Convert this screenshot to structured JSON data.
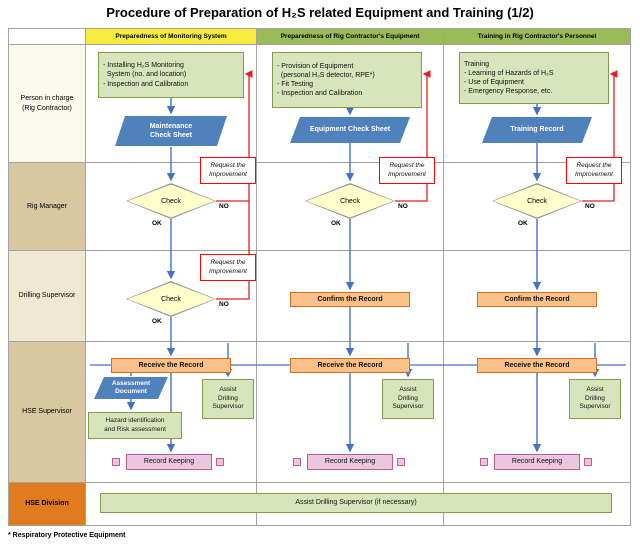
{
  "title": "Procedure of Preparation of H₂S related Equipment and Training (1/2)",
  "footnote": "* Respiratory Protective Equipment",
  "rows": {
    "person": "Person in charge\n(Rig Contractor)",
    "rig_manager": "Rig Manager",
    "drilling_supervisor": "Drilling Supervisor",
    "hse_supervisor": "HSE Supervisor",
    "hse_division": "HSE Division"
  },
  "col1": {
    "header": "Preparedness of Monitoring System",
    "task": "- Installing H₂S Monitoring\n  System (no. and location)\n- Inspection and Calibration",
    "doc": "Maintenance\nCheck Sheet",
    "check1": "Check",
    "check2": "Check",
    "ok1": "OK",
    "no1": "NO",
    "ok2": "OK",
    "no2": "NO",
    "request1": "Request the\nImprovement",
    "request2": "Request the\nImprovement",
    "receive": "Receive the Record",
    "assessment_doc": "Assessment\nDocument",
    "hazard": "Hazard identification\nand Risk assessment",
    "assist": "Assist\nDrilling\nSupervisor",
    "record": "Record Keeping"
  },
  "col2": {
    "header": "Preparedness of Rig Contractor's Equipment",
    "task": "- Provision of Equipment\n  (personal H₂S detector, RPE*)\n- Fit Testing\n- Inspection and Calibration",
    "doc": "Equipment Check Sheet",
    "check": "Check",
    "ok": "OK",
    "no": "NO",
    "request": "Request the\nImprovement",
    "confirm": "Confirm the Record",
    "receive": "Receive the Record",
    "assist": "Assist\nDrilling\nSupervisor",
    "record": "Record Keeping"
  },
  "col3": {
    "header": "Training in Rig Contractor's Personnel",
    "task": "Training\n- Learning of Hazards of H₂S\n- Use of Equipment\n- Emergency Response, etc.",
    "doc": "Training Record",
    "check": "Check",
    "ok": "OK",
    "no": "NO",
    "request": "Request the\nImprovement",
    "confirm": "Confirm the Record",
    "receive": "Receive the Record",
    "assist": "Assist\nDrilling\nSupervisor",
    "record": "Record Keeping"
  },
  "hse_division_box": "Assist Drilling Supervisor (if necessary)",
  "colors": {
    "flow_arrow": "#4472c4",
    "feedback_arrow": "#e02020",
    "task_fill": "#d8e4bc",
    "document_fill": "#4f81bd",
    "decision_fill": "#ffffcc",
    "record_step_fill": "#fbc189",
    "record_keeping_fill": "#eac6df",
    "header_yellow": "#f7ec3e",
    "header_green": "#9bbb59",
    "row_tan": "#d8c7a0",
    "row_cream": "#efe8d3",
    "hse_division_orange": "#e07c1e"
  }
}
